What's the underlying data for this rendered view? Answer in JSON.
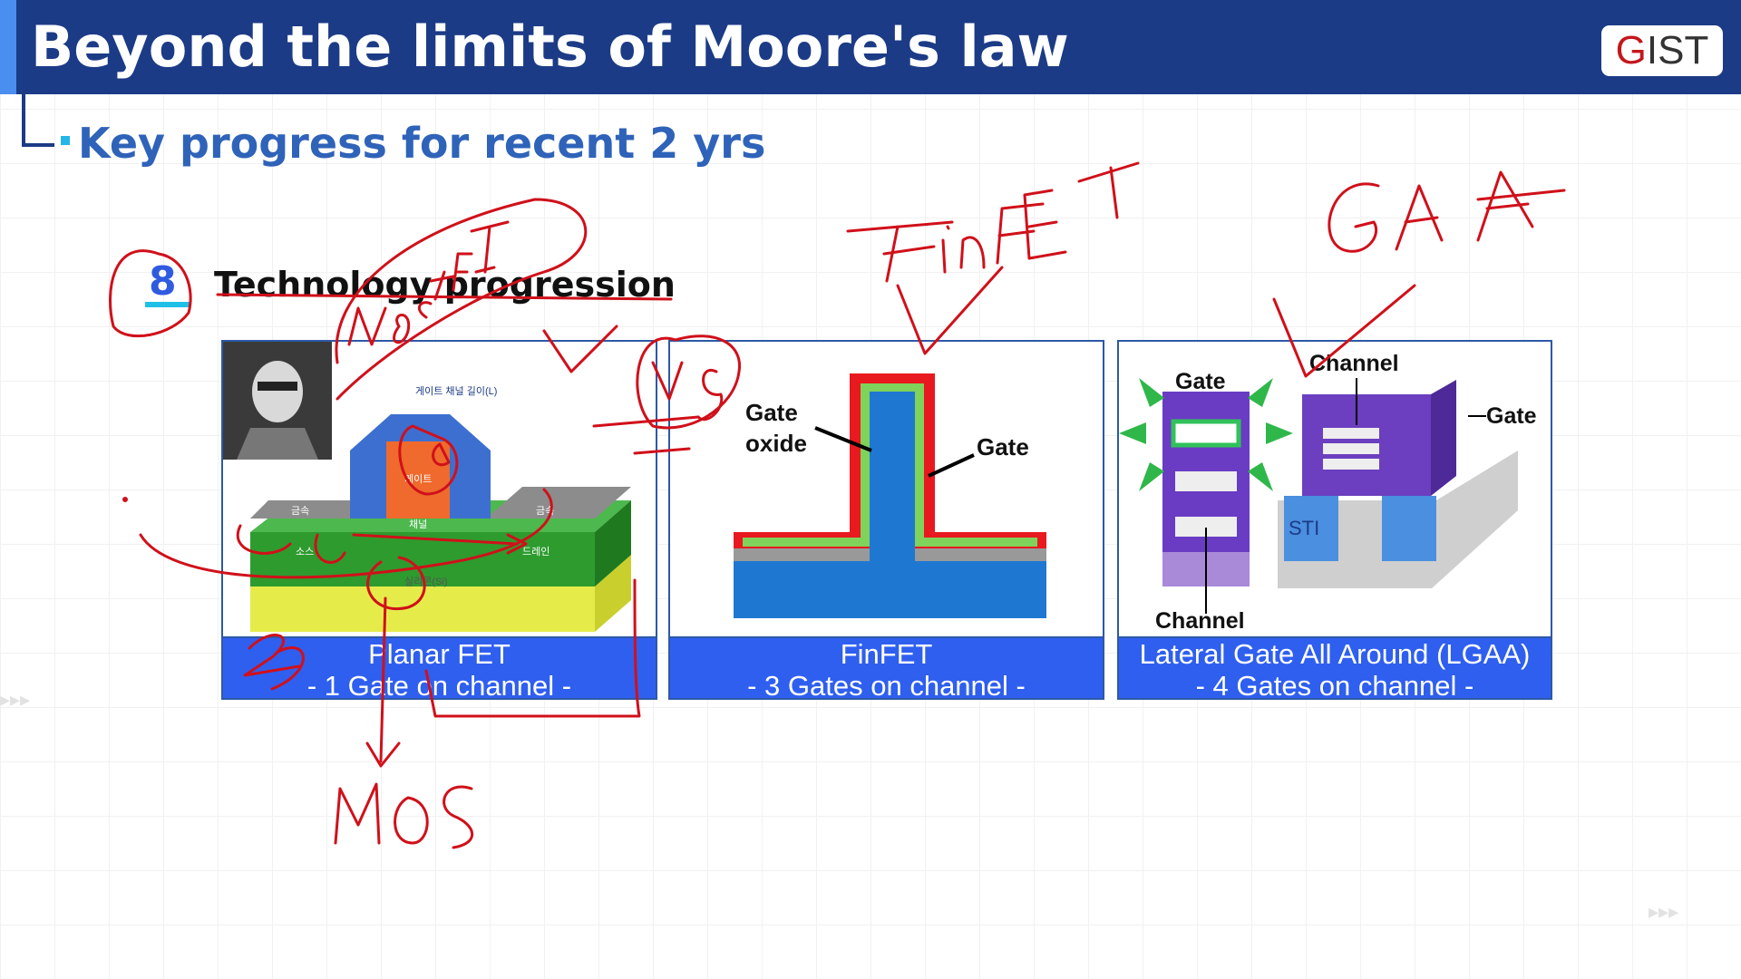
{
  "header": {
    "title": "Beyond the limits of Moore's law",
    "logo_text": "GIST"
  },
  "subtitle": "Key progress for recent 2 yrs",
  "section": {
    "number": "8",
    "title": "Technology progression"
  },
  "panels": [
    {
      "caption_line1": "Planar FET",
      "caption_line2": "- 1 Gate on channel -",
      "labels": {
        "top": "게이트 채널 길이(L)",
        "metal_left": "금속",
        "metal_right": "금속",
        "gate": "게이트",
        "source": "소스",
        "drain": "드레인",
        "channel": "채널",
        "substrate": "실리콘(Si)"
      }
    },
    {
      "caption_line1": "FinFET",
      "caption_line2": "- 3 Gates on channel -",
      "labels": {
        "gate_oxide_1": "Gate",
        "gate_oxide_2": "oxide",
        "gate": "Gate"
      }
    },
    {
      "caption_line1": "Lateral Gate All Around (LGAA)",
      "caption_line2": "- 4 Gates on channel -",
      "labels": {
        "gate_left": "Gate",
        "channel_top": "Channel",
        "gate_right": "Gate",
        "sti": "STI",
        "channel_bottom": "Channel"
      }
    }
  ],
  "colors": {
    "header_bg": "#1c3b86",
    "caption_bg": "#2f5fef",
    "annotation_ink": "#d0101a",
    "subtitle": "#2f63b9"
  },
  "annotations_icon": "handwritten-ink"
}
